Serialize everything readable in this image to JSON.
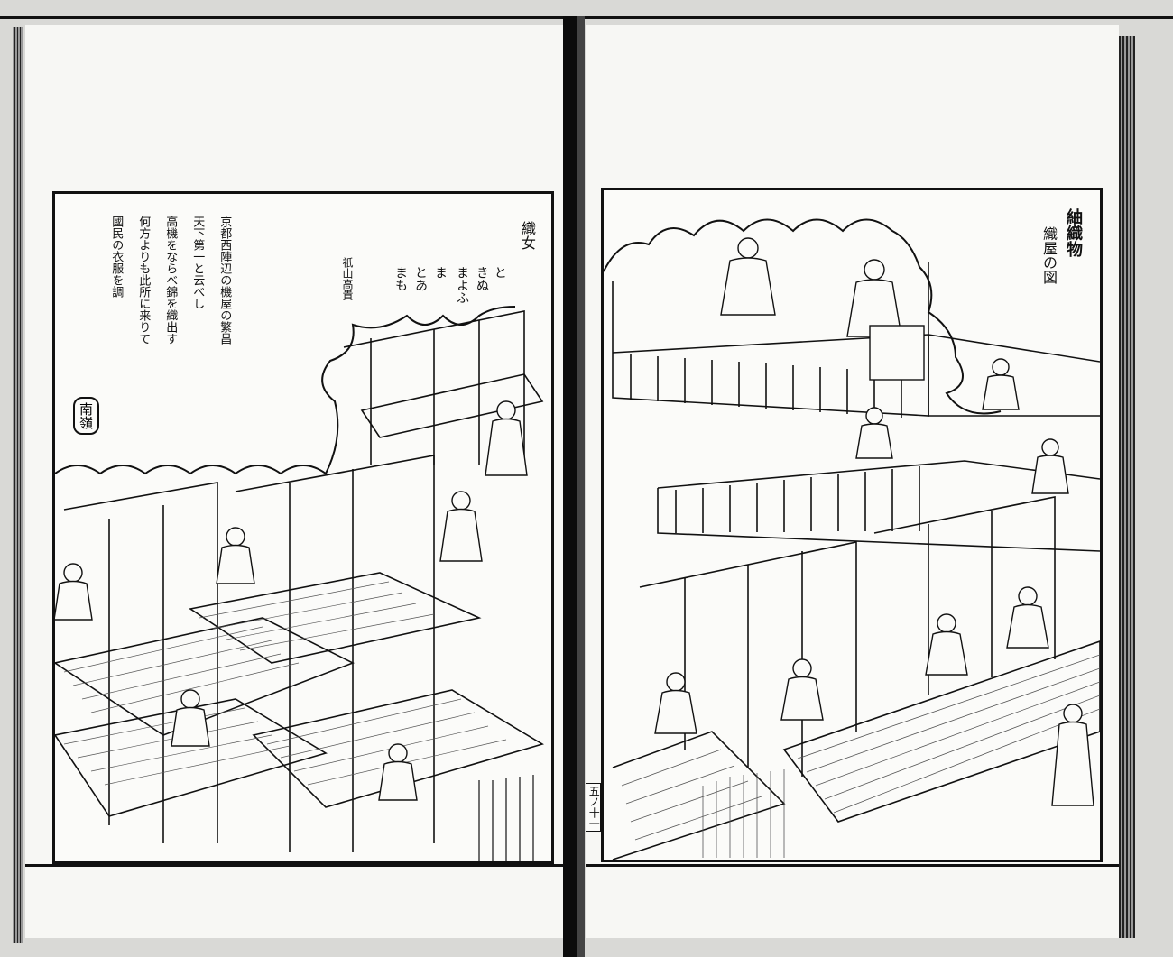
{
  "left_page": {
    "poem_title": "織女",
    "poem_lines": [
      "と",
      "きぬ",
      "まよふ",
      "ま",
      "とあ",
      "まも"
    ],
    "poem_author": "祇山高貴",
    "prose_lines": [
      "京都西陣辺の機屋の繁昌",
      "天下第一と云べし",
      "高機をならべ錦を織出す",
      "何方よりも此所に来りて",
      "國民の衣服を調"
    ],
    "seal_text": "南嶺"
  },
  "right_page": {
    "caption_title": "紬織物",
    "caption_subtitle": "織屋の図",
    "folio": "五ノ十一"
  }
}
